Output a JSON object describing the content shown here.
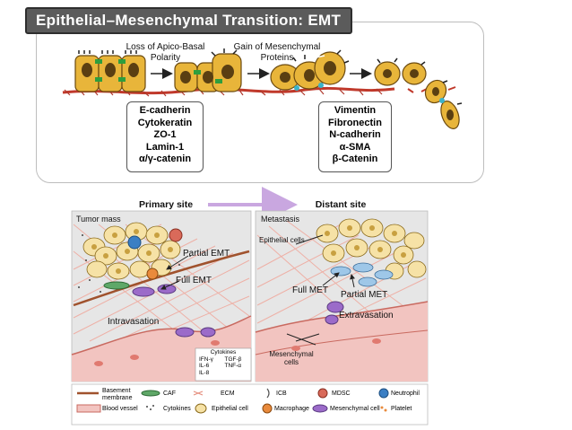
{
  "title": "Epithelial–Mesenchymal Transition: EMT",
  "top": {
    "label_loss": "Loss of Apico-Basal Polarity",
    "label_gain": "Gain of Mesenchymal Proteins",
    "epithelial_markers": [
      "E-cadherin",
      "Cytokeratin",
      "ZO-1",
      "Lamin-1",
      "α/γ-catenin"
    ],
    "mesenchymal_markers": [
      "Vimentin",
      "Fibronectin",
      "N-cadherin",
      "α-SMA",
      "β-Catenin"
    ]
  },
  "bottom": {
    "primary_site": "Primary site",
    "distant_site": "Distant site",
    "tumor_mass": "Tumor mass",
    "partial_emt": "Partial EMT",
    "full_emt": "Full EMT",
    "intravasation": "Intravasation",
    "metastasis": "Metastasis",
    "epithelial_cells": "Epithelial cells",
    "full_met": "Full MET",
    "partial_met": "Partial MET",
    "extravasation": "Extravasation",
    "mesenchymal_cells": "Mesenchymal cells",
    "cytokines_title": "Cytokines",
    "cytokines": [
      "IFN-γ",
      "IL-6",
      "IL-8",
      "TGF-β",
      "TNF-α"
    ]
  },
  "legend": [
    {
      "label": "Basement membrane",
      "icon": "basement-membrane-icon"
    },
    {
      "label": "CAF",
      "icon": "caf-icon"
    },
    {
      "label": "ECM",
      "icon": "ecm-icon"
    },
    {
      "label": "ICB",
      "icon": "icb-icon"
    },
    {
      "label": "MDSC",
      "icon": "mdsc-icon"
    },
    {
      "label": "Neutrophil",
      "icon": "neutrophil-icon"
    },
    {
      "label": "Blood vessel",
      "icon": "blood-vessel-icon"
    },
    {
      "label": "Cytokines",
      "icon": "cytokines-icon"
    },
    {
      "label": "Epithelial cell",
      "icon": "epithelial-cell-icon"
    },
    {
      "label": "Macrophage",
      "icon": "macrophage-icon"
    },
    {
      "label": "Mesenchymal cell",
      "icon": "mesenchymal-cell-icon"
    },
    {
      "label": "Platelet",
      "icon": "platelet-icon"
    }
  ],
  "colors": {
    "epithelial_cell": "#e8b53a",
    "epithelial_cell_light": "#f6e2a6",
    "membrane": "#c0392b",
    "junction": "#2e9e3e",
    "mesenchymal_cell": "#9b6bc9",
    "caf": "#5fa868",
    "vessel": "#f2c4c0",
    "ecm": "#e58e7e",
    "neutrophil": "#3b7fc4",
    "macrophage": "#e98a3c",
    "mdsc": "#d96a5a",
    "title_bg": "#5b5b5b"
  }
}
